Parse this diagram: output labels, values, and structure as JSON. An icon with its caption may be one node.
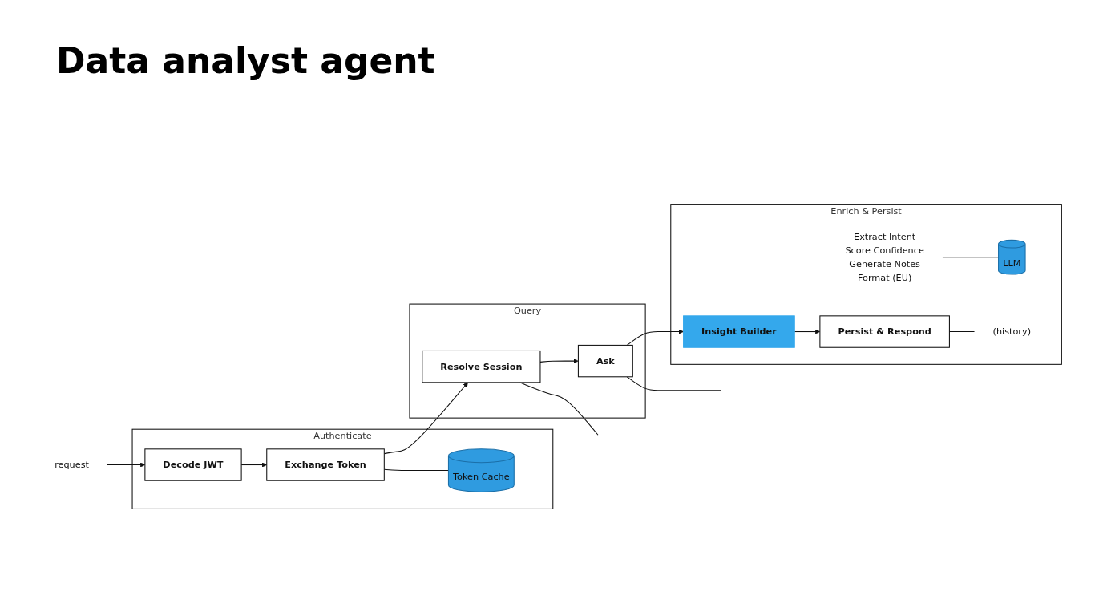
{
  "diagram": {
    "title": "Data analyst agent",
    "nodes": [
      {
        "text": [
          "request"
        ]
      },
      {
        "text": [
          "Authenticate"
        ]
      },
      {
        "text": [
          "Decode JWT"
        ],
        "in": 1
      },
      {
        "text": [
          "Exchange Token"
        ],
        "in": 1
      },
      {
        "text": [
          "Token Cache"
        ],
        "in": 1
      },
      {
        "text": [
          "Query"
        ]
      },
      {
        "text": [
          "Resolve Session"
        ],
        "in": 5
      },
      {
        "text": [
          "Ask"
        ],
        "in": 5
      },
      {
        "text": [
          "Enrich & Persist"
        ]
      },
      {
        "text": [
          "Insight Builder"
        ],
        "in": 8
      },
      {
        "text": [
          "Extract Intent",
          "Score Confidence",
          "Generate Notes",
          "Format (EU)"
        ],
        "in": 8
      },
      {
        "text": [
          "Persist & Respond"
        ],
        "in": 8
      },
      {
        "text": [
          "LLM"
        ],
        "in": 8
      },
      {
        "text": [
          "(history)"
        ],
        "in": 8
      }
    ],
    "edges": [
      {
        "from": 0,
        "to": 2,
        "arrow": "to"
      },
      {
        "from": 2,
        "to": 3,
        "arrow": "to"
      },
      {
        "from": 3,
        "to": 6,
        "arrow": "to"
      },
      {
        "from": 6,
        "to": 7,
        "arrow": "to"
      },
      {
        "from": 7,
        "to": 9,
        "arrow": "to"
      },
      {
        "from": 9,
        "to": 11,
        "arrow": "to"
      },
      {
        "from": 3,
        "to": 4,
        "arrow": "none"
      },
      {
        "from": 6,
        "to": null,
        "arrow": "none"
      },
      {
        "from": 7,
        "to": null,
        "arrow": "none"
      },
      {
        "from": 10,
        "to": 12,
        "arrow": "none"
      },
      {
        "from": 11,
        "to": 13,
        "arrow": "none"
      }
    ]
  }
}
